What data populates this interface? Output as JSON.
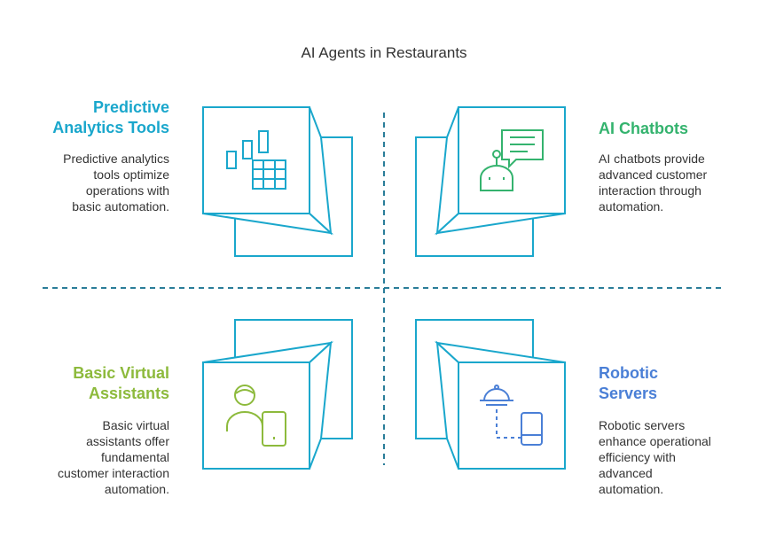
{
  "title": "AI Agents in Restaurants",
  "colors": {
    "frame": "#1aa7cc",
    "divider": "#2a7d99",
    "predictive": "#1aa7cc",
    "chatbots": "#34b36e",
    "virtual": "#8dba3c",
    "robotic": "#4a7fd6"
  },
  "quadrants": {
    "top_left": {
      "heading_lines": [
        "Predictive",
        "Analytics Tools"
      ],
      "description_lines": [
        "Predictive analytics",
        "tools optimize",
        "operations with",
        "basic automation."
      ],
      "icon": "analytics-chart-icon"
    },
    "top_right": {
      "heading_lines": [
        "AI Chatbots"
      ],
      "description_lines": [
        "AI chatbots provide",
        "advanced customer",
        "interaction through",
        "automation."
      ],
      "icon": "chatbot-icon"
    },
    "bottom_left": {
      "heading_lines": [
        "Basic Virtual",
        "Assistants"
      ],
      "description_lines": [
        "Basic virtual",
        "assistants offer",
        "fundamental",
        "customer interaction",
        "automation."
      ],
      "icon": "virtual-assistant-icon"
    },
    "bottom_right": {
      "heading_lines": [
        "Robotic",
        "Servers"
      ],
      "description_lines": [
        "Robotic servers",
        "enhance operational",
        "efficiency with",
        "advanced",
        "automation."
      ],
      "icon": "robotic-server-icon"
    }
  }
}
